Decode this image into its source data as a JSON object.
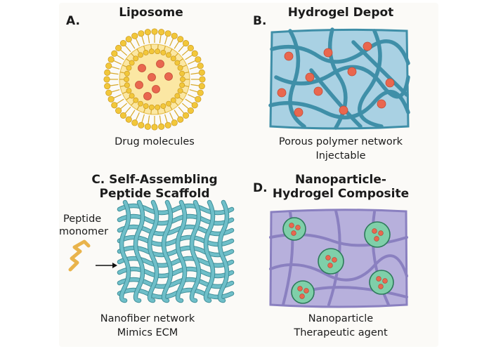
{
  "panels": {
    "a": {
      "letter": "A.",
      "title": "Liposome",
      "caption": "Drug molecules"
    },
    "b": {
      "letter": "B.",
      "title": "Hydrogel Depot",
      "caption_line1": "Porous polymer network",
      "caption_line2": "Injectable"
    },
    "c": {
      "title_line1": "C. Self-Assembling",
      "title_line2": "Peptide Scaffold",
      "side_label_line1": "Peptide",
      "side_label_line2": "monomer",
      "caption_line1": "Nanofiber network",
      "caption_line2": "Mimics ECM"
    },
    "d": {
      "letter": "D.",
      "title_line1": "Nanoparticle-",
      "title_line2": "Hydrogel Composite",
      "caption_line1": "Nanoparticle",
      "caption_line2": "Therapeutic agent"
    }
  },
  "colors": {
    "lipid_head": "#f2c73a",
    "lipid_core": "#fbe7a3",
    "drug": "#e9674f",
    "hydrogel_fill": "#a9d1e3",
    "hydrogel_fiber": "#3f8fa8",
    "peptide_fiber": "#6fbfc9",
    "monomer": "#e9b44c",
    "composite_fill": "#b7b0dc",
    "composite_fiber": "#8a80c0",
    "nanoparticle": "#7fcfa9"
  }
}
